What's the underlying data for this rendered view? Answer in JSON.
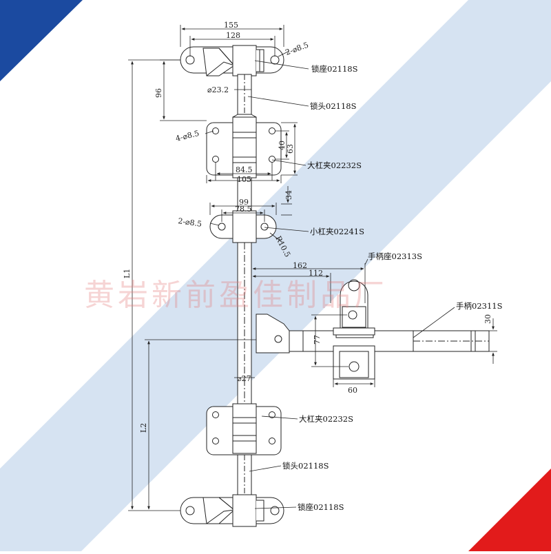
{
  "watermark": "黄岩新前盈佳制品厂",
  "colors": {
    "corner_top_left": "#1b4aa0",
    "corner_bottom_right": "#e21b1b",
    "diagonal_band": "#c8d9ee",
    "line": "#222222"
  },
  "labels": {
    "lock_seat_top": "锁座02118S",
    "lock_head_top": "锁头02118S",
    "big_clamp_top": "大杠夹02232S",
    "small_clamp": "小杠夹02241S",
    "handle_seat": "手柄座02313S",
    "handle": "手柄02311S",
    "big_clamp_bottom": "大杠夹02232S",
    "lock_head_bottom": "锁头02118S",
    "lock_seat_bottom": "锁座02118S"
  },
  "dimensions": {
    "seat_outer_width": "155",
    "seat_hole_span": "128",
    "seat_holes": "2-⌀8.5",
    "head_diameter": "⌀23.2",
    "seat_to_clamp": "96",
    "clamp_holes": "4-⌀8.5",
    "clamp_hole_height": "40",
    "clamp_height": "63",
    "clamp_hole_span": "84.5",
    "clamp_width": "105",
    "small_clamp_offset": "34",
    "small_clamp_width": "99",
    "small_clamp_hole_span": "78.5",
    "small_clamp_holes": "2-⌀8.5",
    "small_clamp_radius": "R10.5",
    "handle_reach": "162",
    "handle_seat_offset": "112",
    "handle_seat_height": "77",
    "handle_seat_width": "60",
    "handle_diameter": "30",
    "bar_diameter": "⌀27",
    "total_length": "L1",
    "lower_length": "L2"
  }
}
